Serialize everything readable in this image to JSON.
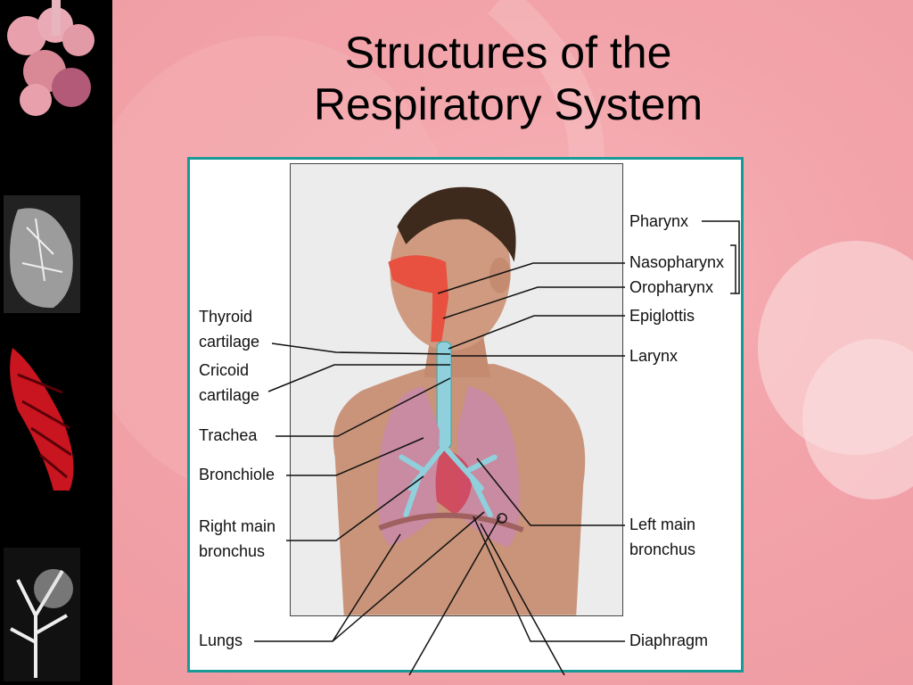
{
  "slide": {
    "title_line1": "Structures of the",
    "title_line2": "Respiratory System"
  },
  "diagram": {
    "labels_right": {
      "pharynx": "Pharynx",
      "nasopharynx": "Nasopharynx",
      "oropharynx": "Oropharynx",
      "epiglottis": "Epiglottis",
      "larynx": "Larynx",
      "left_main_line1": "Left main",
      "left_main_line2": "bronchus",
      "diaphragm": "Diaphragm"
    },
    "labels_left": {
      "thyroid_line1": "Thyroid",
      "thyroid_line2": "cartilage",
      "cricoid_line1": "Cricoid",
      "cricoid_line2": "cartilage",
      "trachea": "Trachea",
      "bronchiole": "Bronchiole",
      "right_main_line1": "Right main",
      "right_main_line2": "bronchus",
      "lungs": "Lungs"
    }
  },
  "colors": {
    "frame_border": "#1a9a96",
    "background": "#f2a3a9",
    "side_strip": "#000000"
  }
}
